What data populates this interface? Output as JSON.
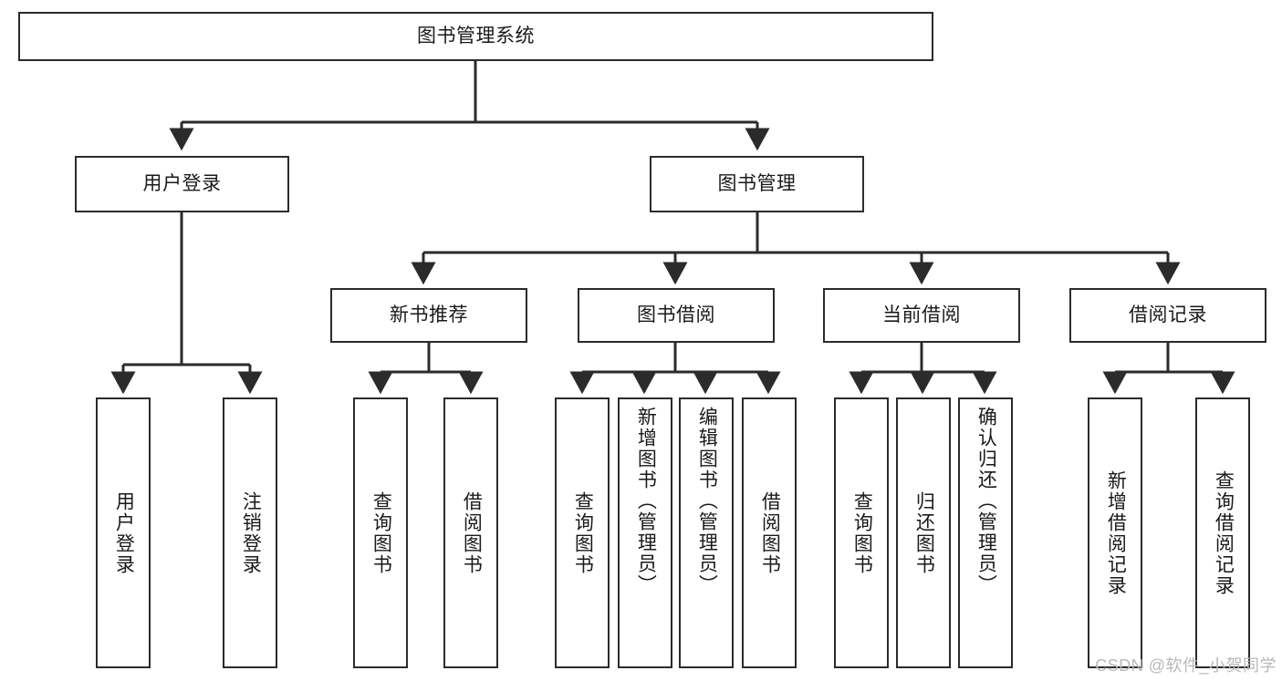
{
  "diagram": {
    "title_text": "图书管理系统",
    "watermark": "CSDN @软件_小贺同学",
    "line_color": "#2b2b2b",
    "box_fill": "#ffffff",
    "text_color": "#1a1a1a",
    "watermark_color": "#b9b9b9",
    "type": "tree-hierarchy",
    "levels": 4
  },
  "nodes": {
    "root": {
      "label": "图书管理系统"
    },
    "level2": [
      {
        "label": "用户登录"
      },
      {
        "label": "图书管理"
      }
    ],
    "level3": [
      {
        "label": "新书推荐"
      },
      {
        "label": "图书借阅"
      },
      {
        "label": "当前借阅"
      },
      {
        "label": "借阅记录"
      }
    ],
    "leaves": {
      "user_login": [
        {
          "label": "用户登录"
        },
        {
          "label": "注销登录"
        }
      ],
      "new_book_recommend": [
        {
          "label": "查询图书"
        },
        {
          "label": "借阅图书"
        }
      ],
      "book_borrow": [
        {
          "label": "查询图书"
        },
        {
          "label": "新增图书（管理员）"
        },
        {
          "label": "编辑图书（管理员）"
        },
        {
          "label": "借阅图书"
        }
      ],
      "current_borrow": [
        {
          "label": "查询图书"
        },
        {
          "label": "归还图书"
        },
        {
          "label": "确认归还（管理员）"
        }
      ],
      "borrow_record": [
        {
          "label": "新增借阅记录"
        },
        {
          "label": "查询借阅记录"
        }
      ]
    }
  }
}
